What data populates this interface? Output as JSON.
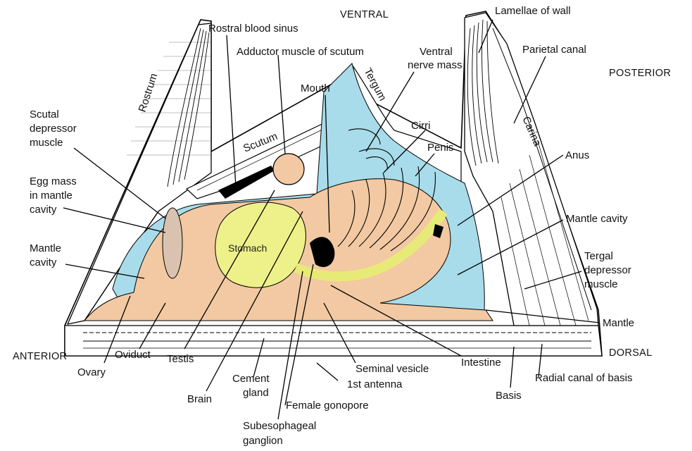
{
  "colors": {
    "shell_fill": "#ffffff",
    "mantle_cavity": "#a8dcea",
    "body_tissue": "#f2c9a2",
    "stomach": "#eef08a",
    "outline": "#000000"
  },
  "directions": {
    "ventral": "VENTRAL",
    "posterior": "POSTERIOR",
    "anterior": "ANTERIOR",
    "dorsal": "DORSAL"
  },
  "plates": {
    "rostrum": "Rostrum",
    "scutum": "Scutum",
    "tergum": "Tergum",
    "carina": "Carina"
  },
  "inner": {
    "stomach": "Stomach"
  },
  "labels": {
    "rostral_blood_sinus": "Rostral blood sinus",
    "adductor_muscle": "Adductor muscle of scutum",
    "mouth": "Mouth",
    "ventral_nerve_mass": [
      "Ventral",
      "nerve mass"
    ],
    "lamellae_of_wall": "Lamellae of wall",
    "parietal_canal": "Parietal canal",
    "scutal_depressor": [
      "Scutal",
      "depressor",
      "muscle"
    ],
    "cirri": "Cirri",
    "penis": "Penis",
    "anus": "Anus",
    "egg_mass": [
      "Egg mass",
      "in mantle",
      "cavity"
    ],
    "mantle_cavity_left": [
      "Mantle",
      "cavity"
    ],
    "mantle_cavity_right": "Mantle cavity",
    "tergal_depressor": [
      "Tergal",
      "depressor",
      "muscle"
    ],
    "mantle": "Mantle",
    "ovary": "Ovary",
    "oviduct": "Oviduct",
    "testis": "Testis",
    "brain": "Brain",
    "cement_gland": [
      "Cement",
      "gland"
    ],
    "seminal_vesicle": "Seminal vesicle",
    "first_antenna": "1st antenna",
    "female_gonopore": "Female gonopore",
    "subesophageal_ganglion": [
      "Subesophageal",
      "ganglion"
    ],
    "intestine": "Intestine",
    "basis": "Basis",
    "radial_canal": "Radial canal of basis"
  }
}
